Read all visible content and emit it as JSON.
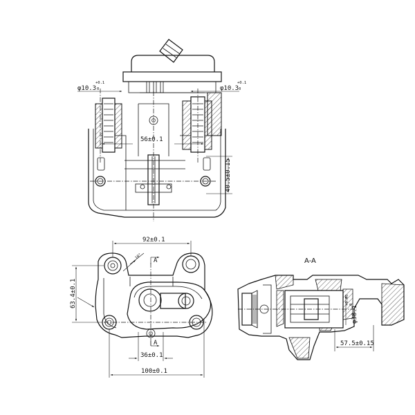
{
  "top_view": {
    "dim_left_hole": "φ10.3",
    "dim_left_hole_tol": "+0.1",
    "dim_left_hole_tol_low": "0",
    "dim_right_hole": "φ10.3",
    "dim_right_hole_tol": "+0.1",
    "dim_right_hole_tol_low": "0",
    "dim_center": "56±0.1",
    "dim_height": "40.5±0.15"
  },
  "front_view": {
    "dim_top_width": "92±0.1",
    "dim_bottom_width": "100±0.1",
    "dim_center_width": "36±0.1",
    "dim_height": "63.4±0.1",
    "dim_angle": "10°",
    "section_marker_top": "A",
    "section_marker_bottom": "A"
  },
  "section_view": {
    "title": "A-A",
    "dim_bore": "φ38.1",
    "dim_bore_tol": "+0.05",
    "dim_bore_tol_low": "0",
    "dim_depth": "57.5±0.15"
  }
}
